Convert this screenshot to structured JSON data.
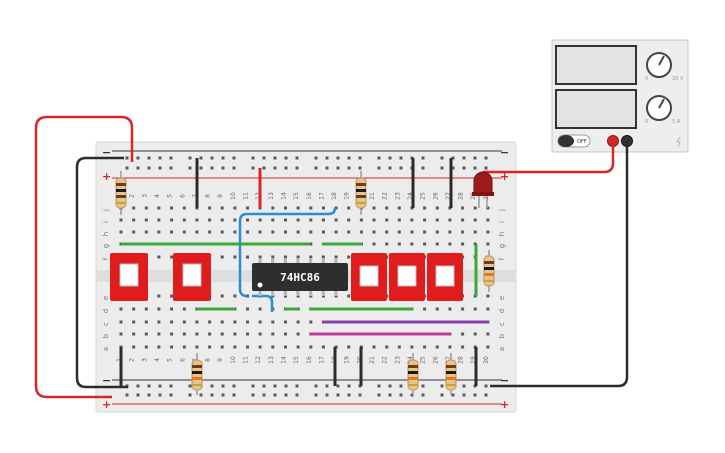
{
  "chip": {
    "label": "74HC86"
  },
  "breadboard": {
    "column_labels": [
      "1",
      "2",
      "3",
      "4",
      "5",
      "6",
      "7",
      "8",
      "9",
      "10",
      "11",
      "12",
      "13",
      "14",
      "15",
      "16",
      "17",
      "18",
      "19",
      "20",
      "21",
      "22",
      "23",
      "24",
      "25",
      "26",
      "27",
      "28",
      "29",
      "30"
    ],
    "row_labels_top": [
      "j",
      "i",
      "h",
      "g",
      "f"
    ],
    "row_labels_bottom": [
      "e",
      "d",
      "c",
      "b",
      "a"
    ],
    "rail_plus": "+",
    "rail_minus": "−"
  },
  "power_supply": {
    "switch_label": "OFF",
    "knob_top_marks": [
      "0",
      "20 V"
    ],
    "knob_bottom_marks": [
      "0",
      "5 A"
    ]
  },
  "colors": {
    "wire_red": "#d62728",
    "wire_black": "#2b2b2b",
    "wire_blue": "#2a8fd1",
    "wire_green": "#3aa83a",
    "wire_purple": "#8a3fb0",
    "wire_magenta": "#c23a9a",
    "switch_red": "#e01c1c",
    "board": "#ececec",
    "led": "#9e1b1b"
  }
}
